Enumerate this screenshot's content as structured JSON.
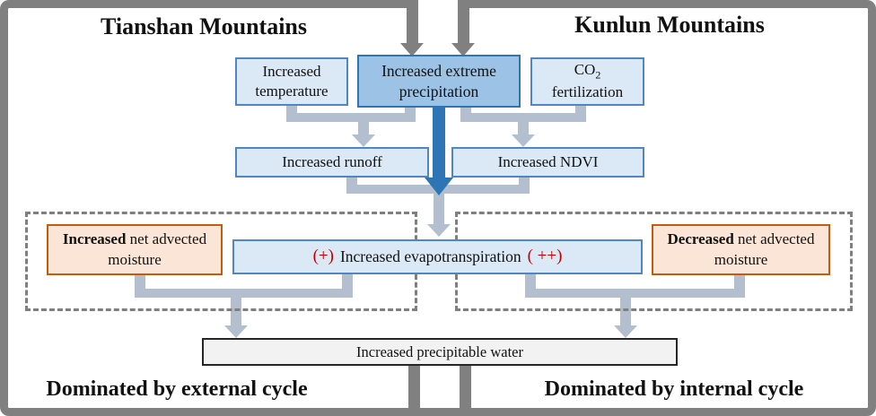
{
  "titles": {
    "left": "Tianshan Mountains",
    "right": "Kunlun Mountains"
  },
  "footers": {
    "left": "Dominated by external cycle",
    "right": "Dominated by internal cycle"
  },
  "boxes": {
    "temperature": "Increased temperature",
    "extreme_precipitation": "Increased extreme precipitation",
    "co2": {
      "base": "CO",
      "sub": "2",
      "line2": "fertilization"
    },
    "runoff": "Increased runoff",
    "ndvi": "Increased NDVI",
    "evapotranspiration": {
      "plus_left": "(+)",
      "label": "Increased evapotranspiration",
      "plus_right": "( ++)"
    },
    "advected_left": {
      "emphasis": "Increased",
      "rest": " net advected moisture"
    },
    "advected_right": {
      "emphasis": "Decreased",
      "rest": " net advected moisture"
    },
    "precipitable_water": "Increased precipitable water"
  },
  "colors": {
    "frame_gray": "#808080",
    "connector_gray_blue": "#b3bfce",
    "box_blue_fill": "#dbe9f6",
    "box_blue_border": "#4f87c5",
    "highlight_blue_fill": "#9cc3e5",
    "highlight_blue_border": "#2e75b6",
    "arrow_blue": "#2e75b6",
    "orange_fill": "#fbe5d6",
    "orange_border": "#c55a11",
    "red_text": "#c00000",
    "bottom_box_fill": "#f2f2f2",
    "dashed_border": "#7f7f7f"
  }
}
